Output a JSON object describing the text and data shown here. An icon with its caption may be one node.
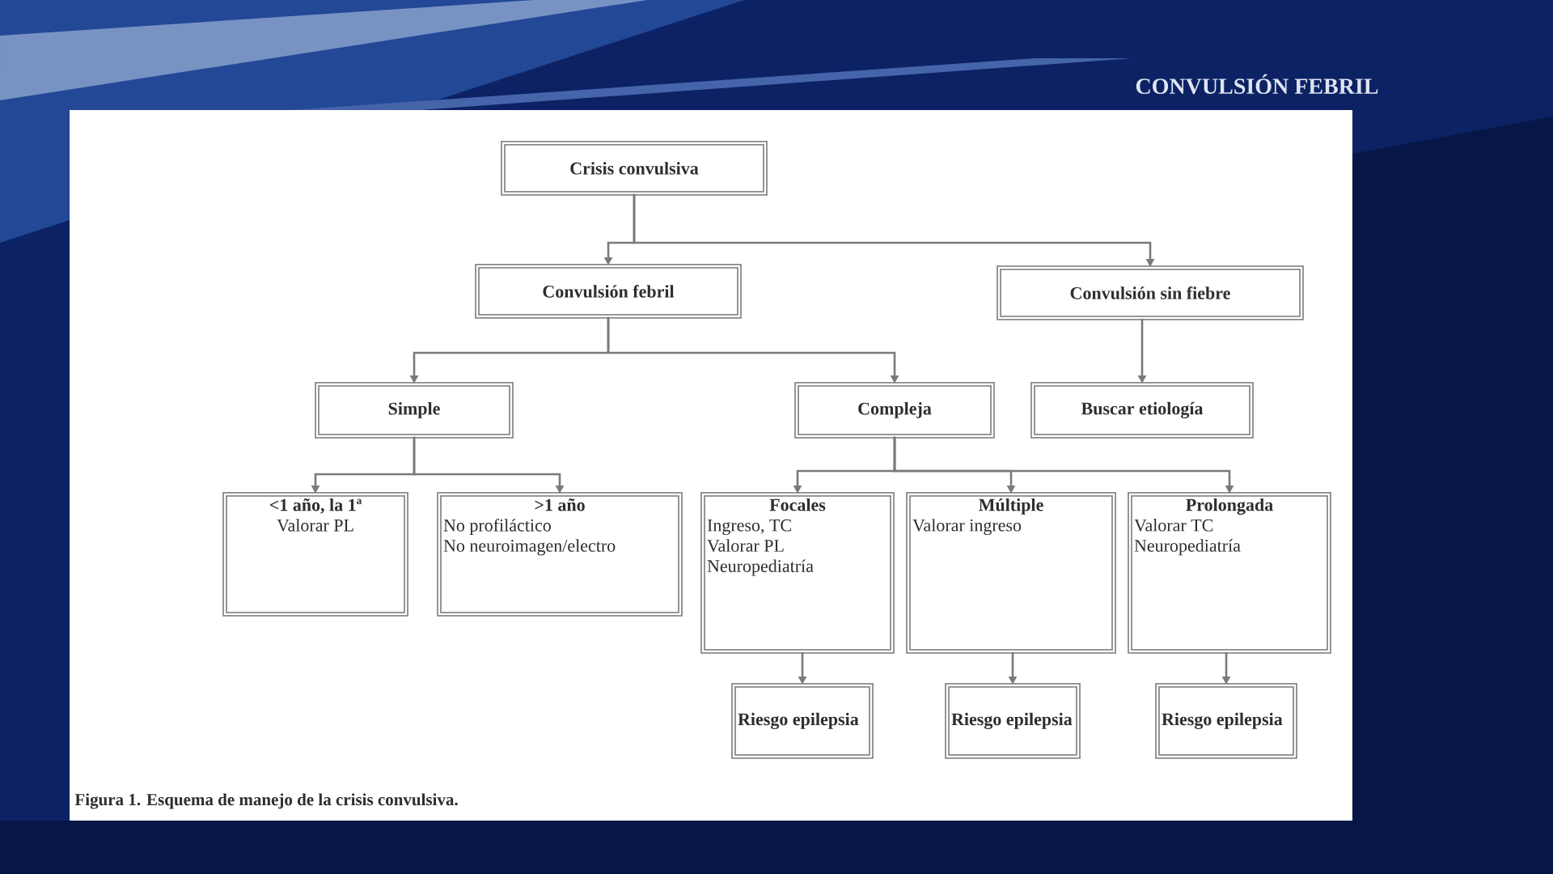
{
  "diagram": {
    "title": "CONVULSIÓN FEBRIL",
    "caption": "Figura 1. Esquema de manejo de la crisis convulsiva.",
    "nodes": [
      {
        "text": [
          "Crisis convulsiva"
        ]
      },
      {
        "text": [
          "Convulsión febril"
        ]
      },
      {
        "text": [
          "Convulsión sin fiebre"
        ]
      },
      {
        "text": [
          "Simple"
        ]
      },
      {
        "text": [
          "Compleja"
        ]
      },
      {
        "text": [
          "Buscar etiología"
        ]
      },
      {
        "text": [
          "<1 año, la 1ª",
          "Valorar PL"
        ]
      },
      {
        "text": [
          ">1 año",
          "No profiláctico",
          "No neuroimagen/electro"
        ]
      },
      {
        "text": [
          "Focales",
          "Ingreso, TC",
          "Valorar PL",
          "Neuropediatría"
        ]
      },
      {
        "text": [
          "Múltiple",
          "Valorar ingreso"
        ]
      },
      {
        "text": [
          "Prolongada",
          "Valorar TC",
          "Neuropediatría"
        ]
      },
      {
        "text": [
          "Riesgo epilepsia"
        ]
      },
      {
        "text": [
          "Riesgo epilepsia"
        ]
      },
      {
        "text": [
          "Riesgo epilepsia"
        ]
      }
    ],
    "edges": [
      {
        "from": 0,
        "to": 1,
        "arrow": "to"
      },
      {
        "from": 0,
        "to": 2,
        "arrow": "to"
      },
      {
        "from": 1,
        "to": 3,
        "arrow": "to"
      },
      {
        "from": 1,
        "to": 4,
        "arrow": "to"
      },
      {
        "from": 2,
        "to": 5,
        "arrow": "to"
      },
      {
        "from": 3,
        "to": 6,
        "arrow": "to"
      },
      {
        "from": 3,
        "to": 7,
        "arrow": "to"
      },
      {
        "from": 4,
        "to": 8,
        "arrow": "to"
      },
      {
        "from": 4,
        "to": 9,
        "arrow": "to"
      },
      {
        "from": 4,
        "to": 10,
        "arrow": "to"
      },
      {
        "from": 8,
        "to": 11,
        "arrow": "to"
      },
      {
        "from": 9,
        "to": 12,
        "arrow": "to"
      },
      {
        "from": 10,
        "to": 13,
        "arrow": "to"
      }
    ]
  }
}
